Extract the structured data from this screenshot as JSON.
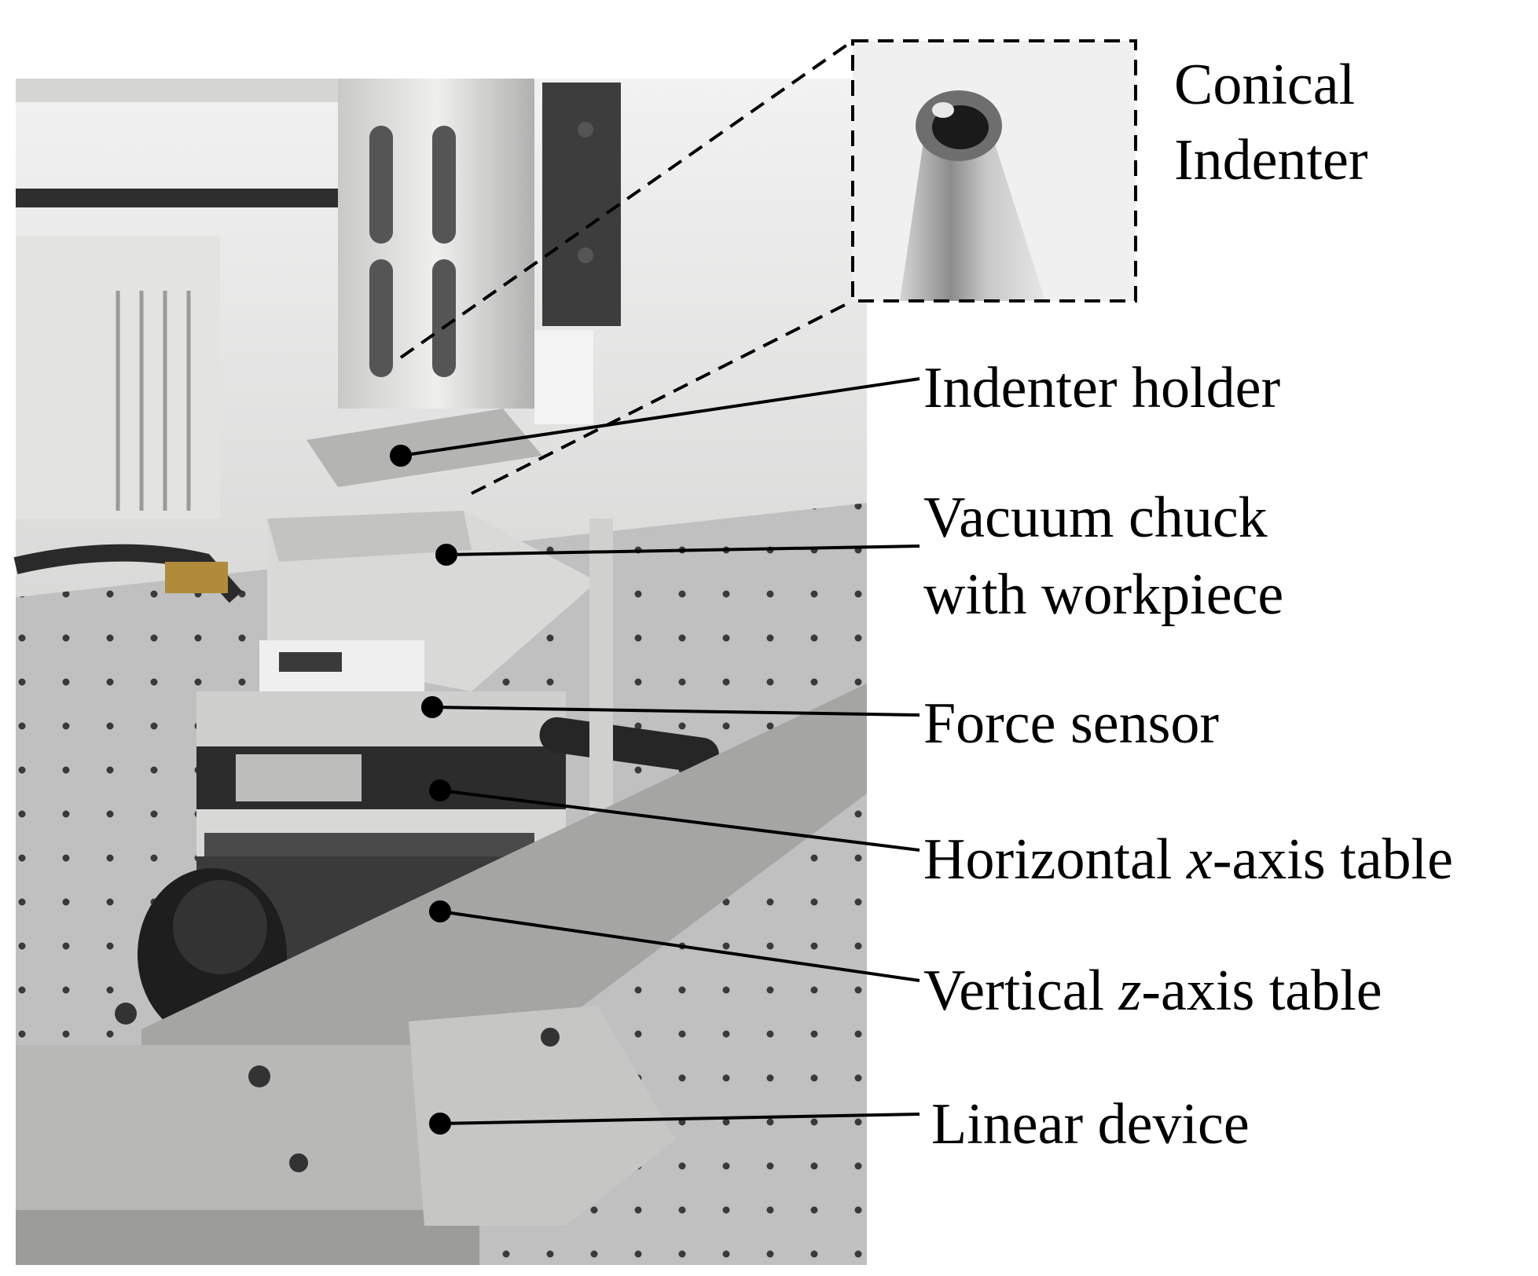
{
  "figure": {
    "inset_title": [
      "Conical",
      "Indenter"
    ],
    "labels": [
      {
        "id": "indenter-holder",
        "lines": [
          [
            {
              "t": "Indenter holder",
              "i": false
            }
          ]
        ]
      },
      {
        "id": "vacuum-chuck",
        "lines": [
          [
            {
              "t": "Vacuum chuck",
              "i": false
            }
          ],
          [
            {
              "t": "with workpiece",
              "i": false
            }
          ]
        ]
      },
      {
        "id": "force-sensor",
        "lines": [
          [
            {
              "t": "Force sensor",
              "i": false
            }
          ]
        ]
      },
      {
        "id": "x-axis-table",
        "lines": [
          [
            {
              "t": "Horizontal ",
              "i": false
            },
            {
              "t": "x",
              "i": true
            },
            {
              "t": "-axis table",
              "i": false
            }
          ]
        ]
      },
      {
        "id": "z-axis-table",
        "lines": [
          [
            {
              "t": "Vertical ",
              "i": false
            },
            {
              "t": "z",
              "i": true
            },
            {
              "t": "-axis table",
              "i": false
            }
          ]
        ]
      },
      {
        "id": "linear-device",
        "lines": [
          [
            {
              "t": "Linear device",
              "i": false
            }
          ]
        ]
      }
    ]
  }
}
